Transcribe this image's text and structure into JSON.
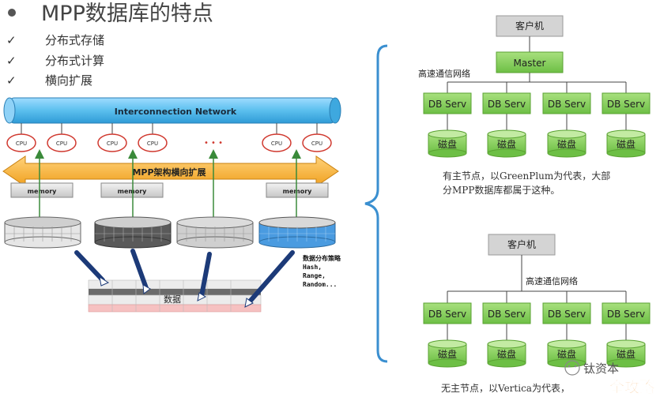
{
  "title": "MPP数据库的特点",
  "features": [
    "分布式存储",
    "分布式计算",
    "横向扩展"
  ],
  "check_mark": "✓",
  "left_diagram": {
    "network_label": "Interconnection Network",
    "cpu_label": "CPU",
    "ellipsis": "• • •",
    "arrow_label": "MPP架构横向扩展",
    "memory_label": "memory",
    "data_label": "数据",
    "strategy_lines": [
      "数据分布策略",
      "Hash,",
      "Range,",
      "Random..."
    ]
  },
  "top_arch": {
    "client": "客户机",
    "master": "Master",
    "network": "高速通信网络",
    "db_servers": [
      "DB Serv",
      "DB Serv",
      "DB Serv",
      "DB Serv"
    ],
    "disks": [
      "磁盘",
      "磁盘",
      "磁盘",
      "磁盘"
    ],
    "caption_lines": [
      "有主节点，以GreenPlum为代表，大部",
      "分MPP数据库都属于这种。"
    ]
  },
  "bottom_arch": {
    "client": "客户机",
    "network": "高速通信网络",
    "db_servers": [
      "DB Serv",
      "DB Serv",
      "DB Serv",
      "DB Serv"
    ],
    "disks": [
      "磁盘",
      "磁盘",
      "磁盘",
      "磁盘"
    ],
    "caption": "无主节点，以Vertica为代表，"
  },
  "watermark": {
    "brand": "钛资本",
    "overlay": "全攻略"
  },
  "colors": {
    "network_blue": "#5bbfee",
    "arrow_orange": "#f5a623",
    "cpu_red": "#d0392f",
    "green_box": "#7ccd52",
    "gray_box": "#d4d4d4",
    "bracket_blue": "#3a8fd0",
    "watermark_orange": "#f08a1d"
  }
}
